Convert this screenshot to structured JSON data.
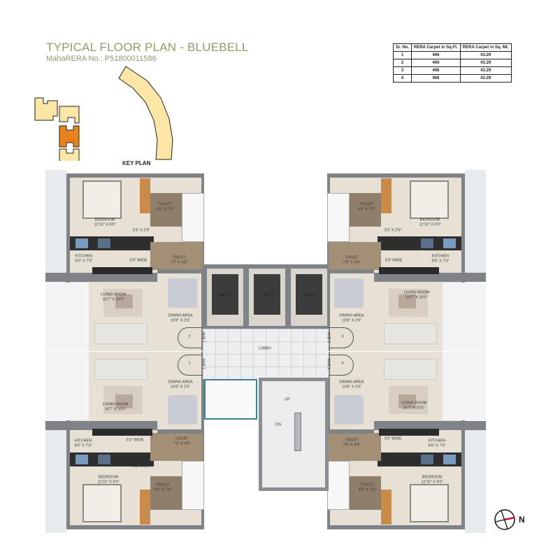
{
  "header": {
    "title": "TYPICAL FLOOR PLAN - BLUEBELL",
    "rera_no": "MahaRERA No.: P51800011586"
  },
  "area_table": {
    "headers": [
      "Sr. No.",
      "RERA Carpet in Sq.Ft.",
      "RERA Carpet in Sq. Mt."
    ],
    "rows": [
      [
        "1",
        "466",
        "43.29"
      ],
      [
        "2",
        "466",
        "43.29"
      ],
      [
        "3",
        "466",
        "43.29"
      ],
      [
        "4",
        "466",
        "43.29"
      ]
    ]
  },
  "key_plan": {
    "label": "KEY PLAN",
    "highlight_color": "#e8821e",
    "block_color": "#fbe6a6"
  },
  "rooms": {
    "bedroom": {
      "name": "BEDROOM",
      "dim": "12'10\" X 9'0\""
    },
    "toilet_a": {
      "name": "TOILET",
      "dim": "4'0\" X 7'0\""
    },
    "toilet_b": {
      "name": "TOILET",
      "dim": "7'0\" X 4'0\""
    },
    "passage": {
      "dim": "3'3\" X 2'9\""
    },
    "kitchen": {
      "name": "KITCHEN",
      "dim": "9'0\" X 7'0\""
    },
    "wide": "3'3\" WIDE",
    "living": {
      "name": "LIVING ROOM",
      "dim": "16'7\" X 10'0\""
    },
    "dining": {
      "name": "DINING AREA",
      "dim": "10'8\" X 2'0\""
    }
  },
  "units": [
    {
      "number": "2",
      "type": "1 BHK"
    },
    {
      "number": "3",
      "type": "1 BHK"
    },
    {
      "number": "1",
      "type": "1 BHK"
    },
    {
      "number": "4",
      "type": "1 BHK"
    }
  ],
  "core": {
    "lifts": [
      "LIFT 1",
      "LIFT 2",
      "LIFT 3"
    ],
    "lobby": "LOBBY",
    "stair_up": "UP",
    "stair_down": "DN"
  },
  "compass": {
    "label": "N",
    "needle_color": "#c8102e"
  }
}
